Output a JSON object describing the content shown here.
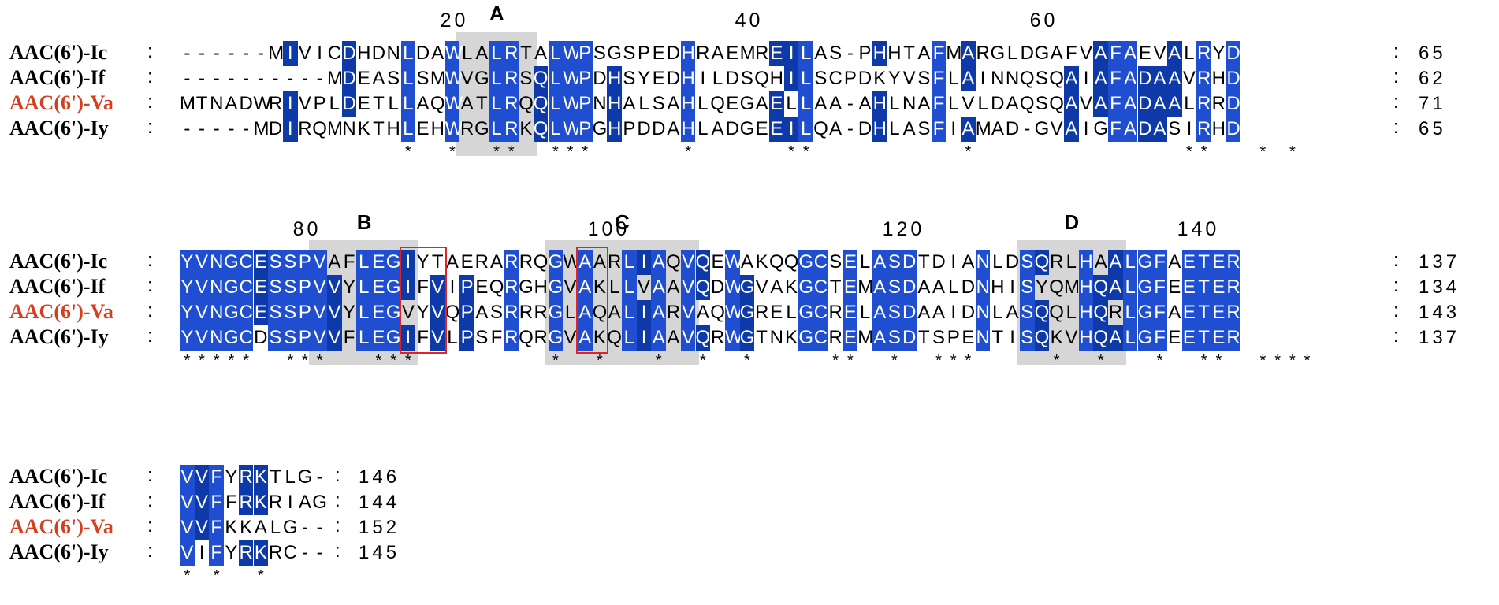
{
  "colors": {
    "identical": "#1f4fd0",
    "identical_dark": "#0d3aa8",
    "similar_light": "#7fc3f0",
    "similar_mid": "#5b8ee0",
    "motif_shade": "#d6d6d6",
    "highlight_box": "#e02424",
    "va_name": "#d53e1e"
  },
  "sequence_names": [
    "AAC(6')-Ic",
    "AAC(6')-If",
    "AAC(6')-Va",
    "AAC(6')-Iy"
  ],
  "blocks": [
    {
      "rows": [
        "------MIVICDHDNLDAWLALRTALWPSGSPEDHRAEMREILAS-PHHTAFMARGLDGAFVAFAEVALRYD",
        "----------MDEASLSMWVGLRSQLWPDHSYEDHILDSQHILSCPDKYVSFLAINNQSQAIAFADAAVRHD",
        "MTNADWRIVPLDETLLAQWATLRQQLWPNHALSAHLQEGAELLAA-AHLNAFLVLDAQSQAVAFADAALRRD",
        "-----MDIRQMNKTHLEHWRGLRKQLWPGHPDDAHLADGEEILQA-DHLASFIAMAD-GVAIGFADASIRHD"
      ],
      "row_ends": [
        "65",
        "62",
        "71",
        "65"
      ],
      "consensus": "               *  *  **  ***      *      **          *              **   * *",
      "position_labels": [
        {
          "text": "20",
          "col": 18
        },
        {
          "text": "40",
          "col": 38
        },
        {
          "text": "60",
          "col": 58
        }
      ],
      "motifs": [
        {
          "label": "A",
          "start": 19,
          "end": 23
        }
      ],
      "identical_cols": [
        15,
        18,
        21,
        22,
        25,
        26,
        27,
        34,
        41,
        42,
        51,
        63,
        64,
        69,
        71
      ],
      "similar_cols": [
        21,
        22,
        41
      ]
    },
    {
      "rows": [
        "YVNGCESSPVAFLEGIYTAERARRQGWAARLIAQVQEWAKQQGCSELASDTDIANLDSQRLHAALGFAETER",
        "YVNGCESSPVVYLEGIFVIPEQRGHGVAKLLVAAVQDWGVAKGCTEMASDAALDNHISYQMHQALGFEETER",
        "YVNGCESSPVVYLEGVYVQPASRRRGLAQALIARVAQWGRELGCRELASDAAIDNLASQQLHQRLGFAETER",
        "YVNGCDSSPVVFLEGIFVLPSFRQRGVAKQLIAAVQRWGTNKGCREMASDTSPENTISQKVHQALGFEETER"
      ],
      "row_ends": [
        "137",
        "134",
        "143",
        "137"
      ],
      "consensus": "*****  ***   ***         *  *   *  *  *     **  *  ***     *  *   *  **  ****",
      "position_labels": [
        {
          "text": "80",
          "col": 8
        },
        {
          "text": "100",
          "col": 28
        },
        {
          "text": "120",
          "col": 48
        },
        {
          "text": "140",
          "col": 68
        }
      ],
      "motifs": [
        {
          "label": "B",
          "start": 9,
          "end": 15
        },
        {
          "label": "C",
          "start": 25,
          "end": 34
        },
        {
          "label": "D",
          "start": 57,
          "end": 63
        }
      ],
      "red_boxes": [
        {
          "start": 15,
          "end": 17
        },
        {
          "start": 27,
          "end": 28
        }
      ]
    },
    {
      "rows": [
        "VVFYRKTLG-",
        "VVFFRKRIAG",
        "VVFKKALG--",
        "VIFYRKRC--"
      ],
      "row_ends": [
        "146",
        "144",
        "152",
        "145"
      ],
      "consensus": "* *  *"
    }
  ]
}
